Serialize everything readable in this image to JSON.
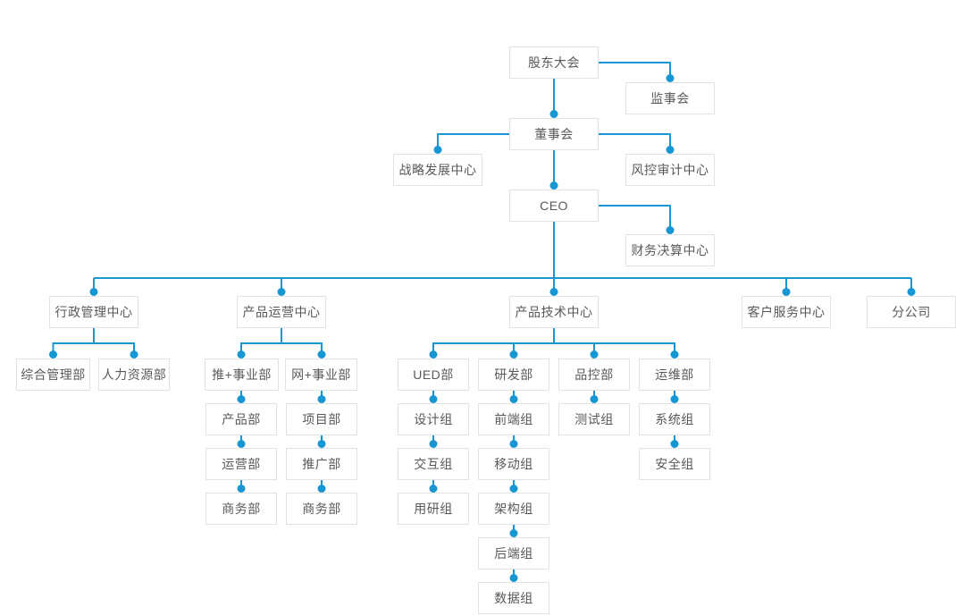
{
  "colors": {
    "accent": "#1697d4",
    "node-border": "#e2e2e2",
    "node-bg": "#ffffff",
    "node-text": "#595959",
    "page-bg": "#ffffff"
  },
  "org": {
    "type": "org-chart",
    "nodes": [
      {
        "label": "股东大会",
        "parent": null
      },
      {
        "label": "监事会",
        "parent": "股东大会"
      },
      {
        "label": "董事会",
        "parent": "股东大会"
      },
      {
        "label": "战略发展中心",
        "parent": "董事会"
      },
      {
        "label": "风控审计中心",
        "parent": "董事会"
      },
      {
        "label": "CEO",
        "parent": "董事会"
      },
      {
        "label": "财务决算中心",
        "parent": "CEO"
      },
      {
        "label": "行政管理中心",
        "parent": "CEO"
      },
      {
        "label": "产品运营中心",
        "parent": "CEO"
      },
      {
        "label": "产品技术中心",
        "parent": "CEO"
      },
      {
        "label": "客户服务中心",
        "parent": "CEO"
      },
      {
        "label": "分公司",
        "parent": "CEO"
      },
      {
        "label": "综合管理部",
        "parent": "行政管理中心"
      },
      {
        "label": "人力资源部",
        "parent": "行政管理中心"
      },
      {
        "label": "推+事业部",
        "parent": "产品运营中心"
      },
      {
        "label": "网+事业部",
        "parent": "产品运营中心"
      },
      {
        "label": "UED部",
        "parent": "产品技术中心"
      },
      {
        "label": "研发部",
        "parent": "产品技术中心"
      },
      {
        "label": "品控部",
        "parent": "产品技术中心"
      },
      {
        "label": "运维部",
        "parent": "产品技术中心"
      },
      {
        "label": "产品部",
        "parent": "推+事业部"
      },
      {
        "label": "项目部",
        "parent": "网+事业部"
      },
      {
        "label": "设计组",
        "parent": "UED部"
      },
      {
        "label": "前端组",
        "parent": "研发部"
      },
      {
        "label": "测试组",
        "parent": "品控部"
      },
      {
        "label": "系统组",
        "parent": "运维部"
      },
      {
        "label": "运营部",
        "parent": "产品部"
      },
      {
        "label": "推广部",
        "parent": "项目部"
      },
      {
        "label": "交互组",
        "parent": "设计组"
      },
      {
        "label": "移动组",
        "parent": "前端组"
      },
      {
        "label": "安全组",
        "parent": "系统组"
      },
      {
        "label": "商务部",
        "parent": "运营部"
      },
      {
        "label": "商务部",
        "parent": "推广部"
      },
      {
        "label": "用研组",
        "parent": "交互组"
      },
      {
        "label": "架构组",
        "parent": "移动组"
      },
      {
        "label": "后端组",
        "parent": "架构组"
      },
      {
        "label": "数据组",
        "parent": "后端组"
      }
    ]
  }
}
